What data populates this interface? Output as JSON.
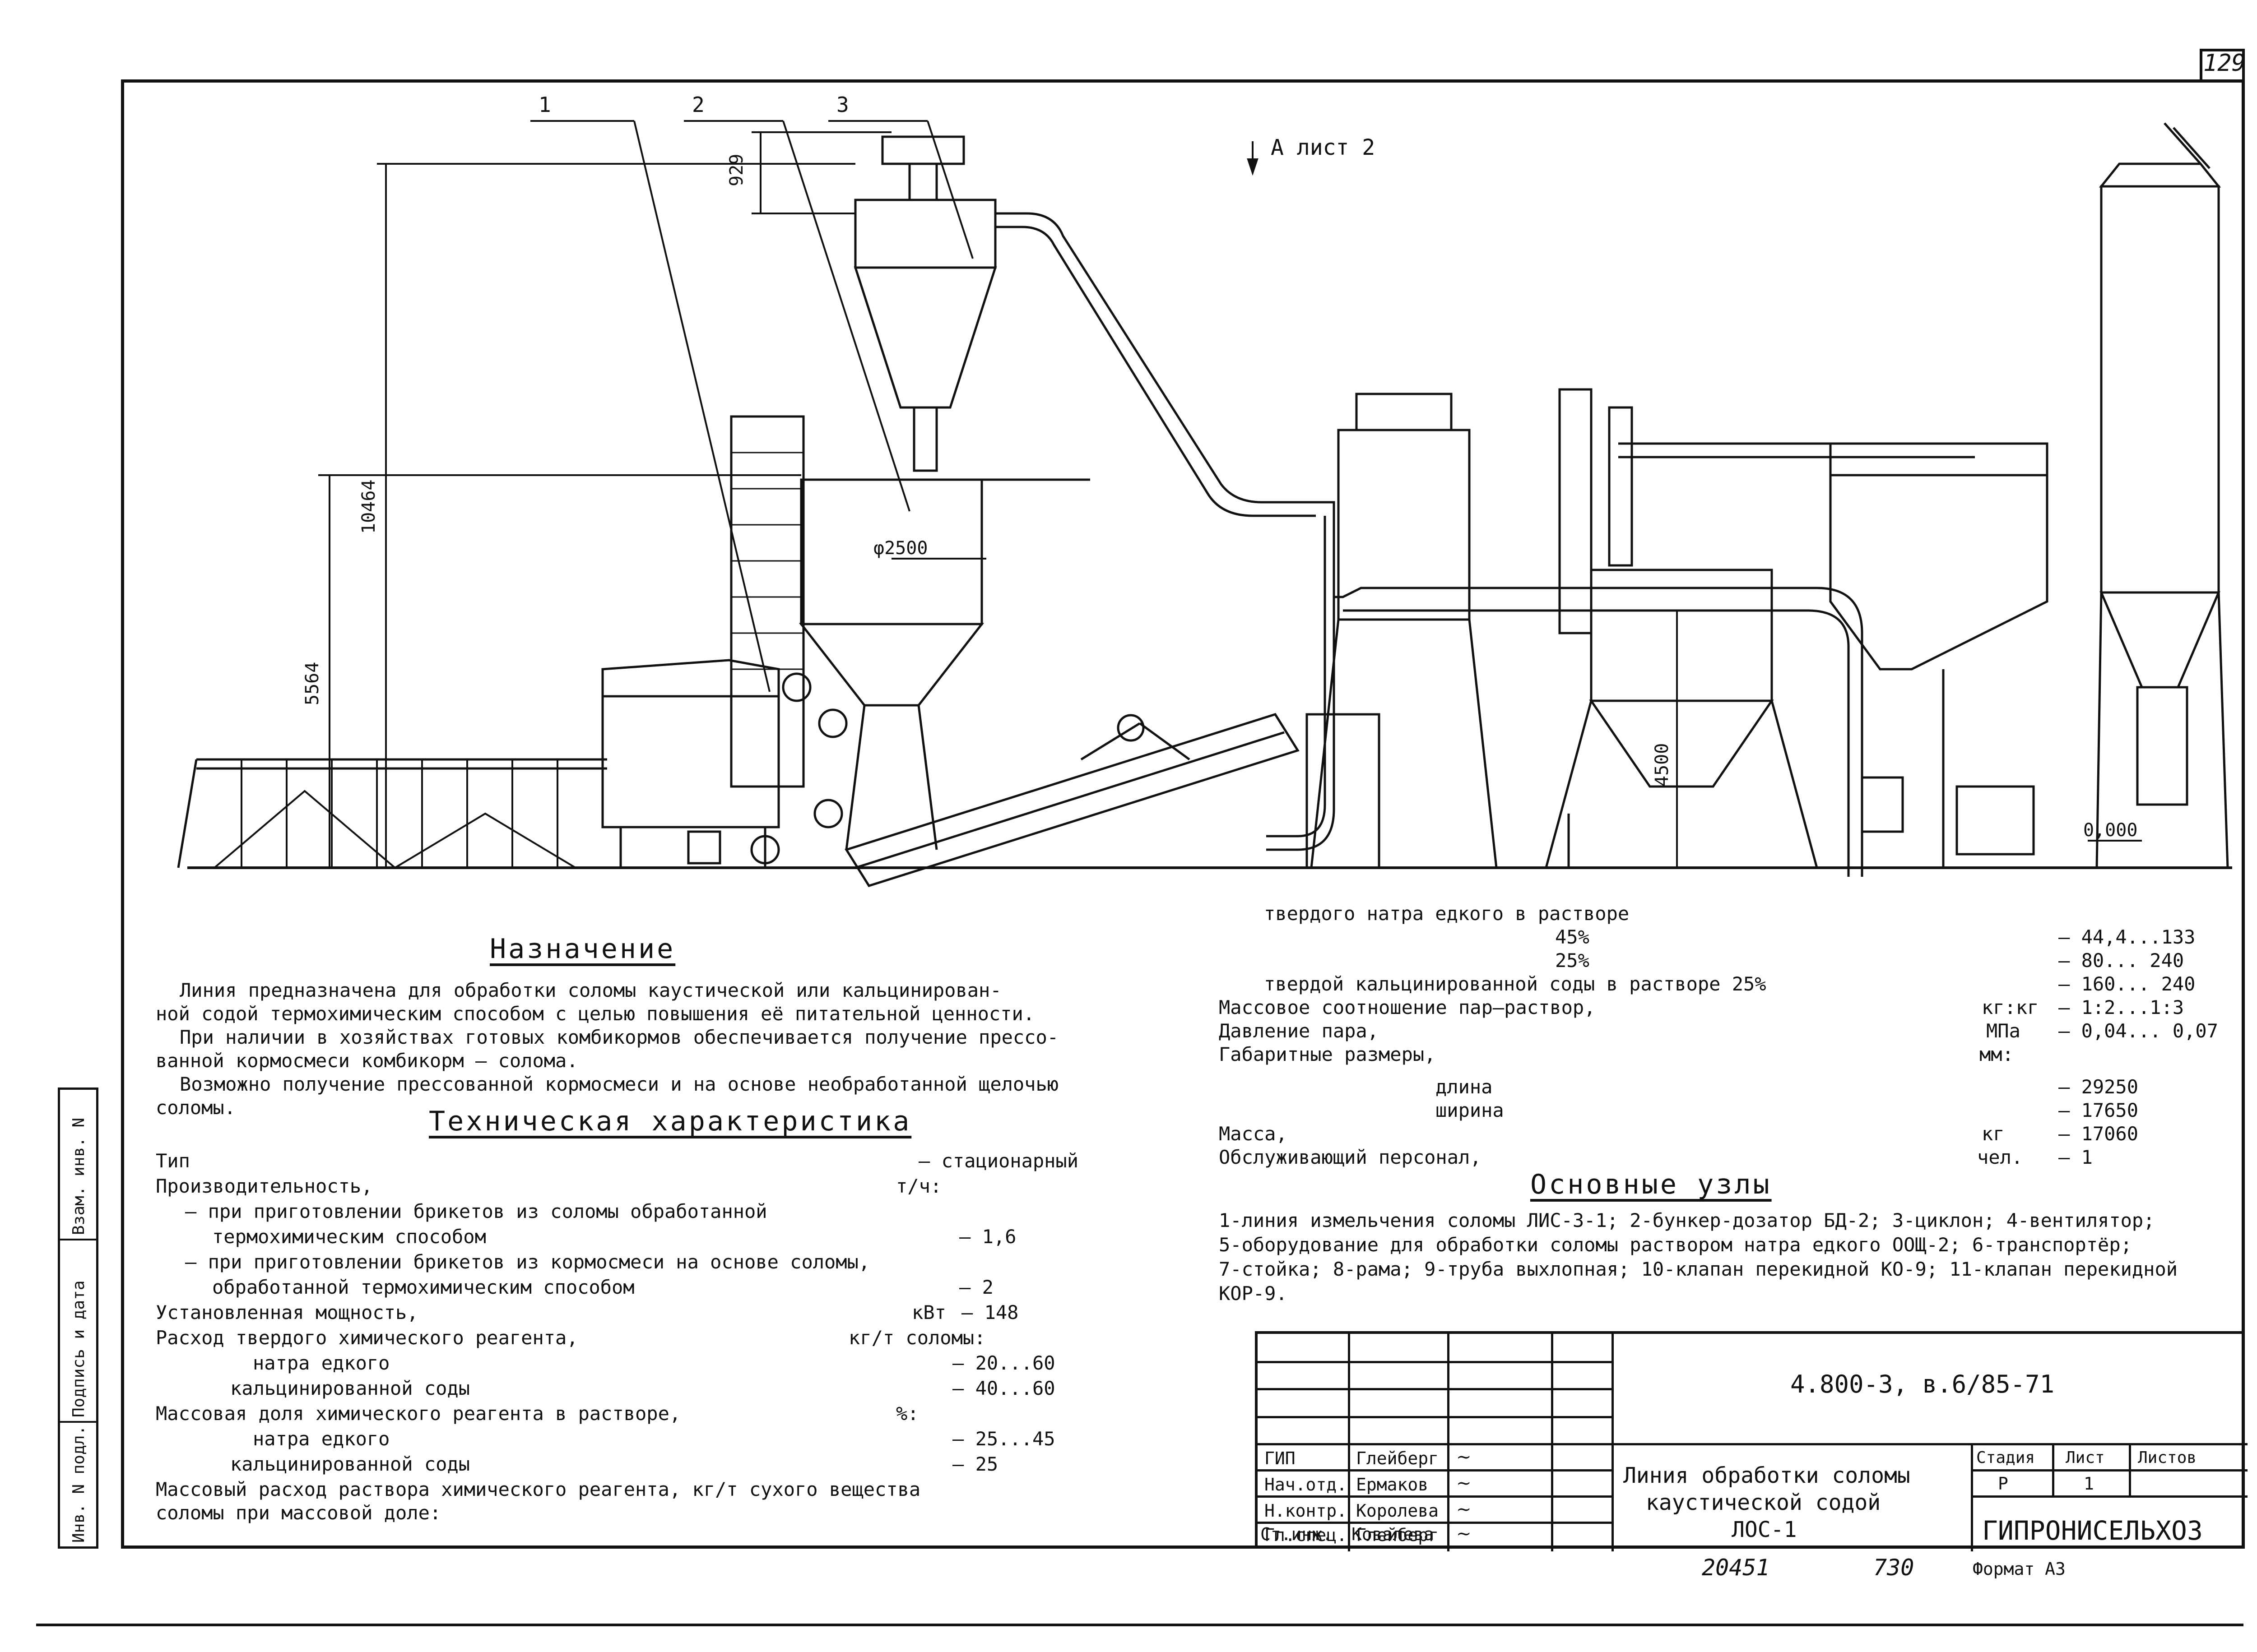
{
  "sheet_number": "129",
  "drawing": {
    "callouts": [
      "1",
      "2",
      "3"
    ],
    "view_marker": "А лист 2",
    "dimensions": {
      "top": "929",
      "total_height": "10464",
      "mid_height": "5564",
      "diameter": "φ2500",
      "right_height": "4500",
      "level": "0,000"
    }
  },
  "purpose": {
    "heading": "Назначение",
    "lines": [
      "Линия предназначена для обработки соломы каустической или кальцинирован-",
      "ной содой термохимическим способом с целью повышения её питательной ценности.",
      "При наличии в хозяйствах готовых комбикормов обеспечивается получение прессо-",
      "ванной кормосмеси комбикорм – солома.",
      "Возможно получение прессованной кормосмеси и на основе необработанной щелочью",
      "соломы."
    ]
  },
  "tech": {
    "heading": "Техническая характеристика",
    "rows": [
      {
        "label": "Тип",
        "unit": "",
        "value": "– стационарный"
      },
      {
        "label": "Производительность,",
        "unit": "т/ч:",
        "value": ""
      },
      {
        "label": "– при приготовлении брикетов из соломы обработанной",
        "unit": "",
        "value": ""
      },
      {
        "label": "термохимическим способом",
        "unit": "",
        "value": "– 1,6"
      },
      {
        "label": "– при приготовлении брикетов из кормосмеси на основе соломы,",
        "unit": "",
        "value": ""
      },
      {
        "label": "обработанной термохимическим способом",
        "unit": "",
        "value": "– 2"
      },
      {
        "label": "Установленная мощность,",
        "unit": "кВт",
        "value": "– 148"
      },
      {
        "label": "Расход твердого химического реагента,",
        "unit": "кг/т соломы:",
        "value": ""
      },
      {
        "label": "натра едкого",
        "unit": "",
        "value": "– 20...60"
      },
      {
        "label": "кальцинированной соды",
        "unit": "",
        "value": "– 40...60"
      },
      {
        "label": "Массовая доля химического реагента в растворе,",
        "unit": "%:",
        "value": ""
      },
      {
        "label": "натра едкого",
        "unit": "",
        "value": "– 25...45"
      },
      {
        "label": "кальцинированной соды",
        "unit": "",
        "value": "– 25"
      },
      {
        "label": "Массовый расход раствора химического реагента, кг/т сухого вещества",
        "unit": "",
        "value": ""
      },
      {
        "label": "соломы при массовой доле:",
        "unit": "",
        "value": ""
      }
    ],
    "rows_right": [
      {
        "label": "твердого натра едкого в растворе",
        "unit": "",
        "value": ""
      },
      {
        "label": "45%",
        "unit": "",
        "value": "– 44,4...133"
      },
      {
        "label": "25%",
        "unit": "",
        "value": "– 80... 240"
      },
      {
        "label": "твердой кальцинированной соды в растворе 25%",
        "unit": "",
        "value": "– 160... 240"
      },
      {
        "label": "Массовое соотношение пар–раствор,",
        "unit": "кг:кг",
        "value": "– 1:2...1:3"
      },
      {
        "label": "Давление пара,",
        "unit": "МПа",
        "value": "– 0,04... 0,07"
      },
      {
        "label": "Габаритные размеры,",
        "unit": "мм:",
        "value": ""
      },
      {
        "label": "длина",
        "unit": "",
        "value": "– 29250"
      },
      {
        "label": "ширина",
        "unit": "",
        "value": "– 17650"
      },
      {
        "label": "Масса,",
        "unit": "кг",
        "value": "– 17060"
      },
      {
        "label": "Обслуживающий персонал,",
        "unit": "чел.",
        "value": "– 1"
      }
    ]
  },
  "units": {
    "heading": "Основные узлы",
    "lines": [
      "1-линия измельчения соломы ЛИС-3-1; 2-бункер-дозатор БД-2; 3-циклон; 4-вентилятор;",
      "5-оборудование для обработки соломы раствором натра едкого ООЩ-2; 6-транспортёр;",
      "7-стойка; 8-рама; 9-труба выхлопная; 10-клапан перекидной КО-9; 11-клапан перекидной",
      "КОР-9."
    ]
  },
  "side_stamp": [
    "Инв. N подл.",
    "Подпись и дата",
    "Взам. инв. N"
  ],
  "title_block": {
    "code": "4.800-3, в.6/85-71",
    "title_lines": [
      "Линия обработки соломы",
      "каустической содой",
      "ЛОС-1"
    ],
    "stage_headers": [
      "Стадия",
      "Лист",
      "Листов"
    ],
    "stage_values": [
      "Р",
      "1",
      ""
    ],
    "org": "ГИПРОНИСЕЛЬХОЗ",
    "people": [
      {
        "role": "ГИП",
        "name": "Глейберг"
      },
      {
        "role": "Нач.отд.",
        "name": "Ермаков"
      },
      {
        "role": "Н.контр.",
        "name": "Королева"
      },
      {
        "role": "Гл.спец.",
        "name": "Глейберг"
      },
      {
        "role": "Ст.инж.",
        "name": "Ковалева"
      }
    ]
  },
  "footer": {
    "number_left": "20451",
    "number_right": "730",
    "format": "Формат А3"
  }
}
